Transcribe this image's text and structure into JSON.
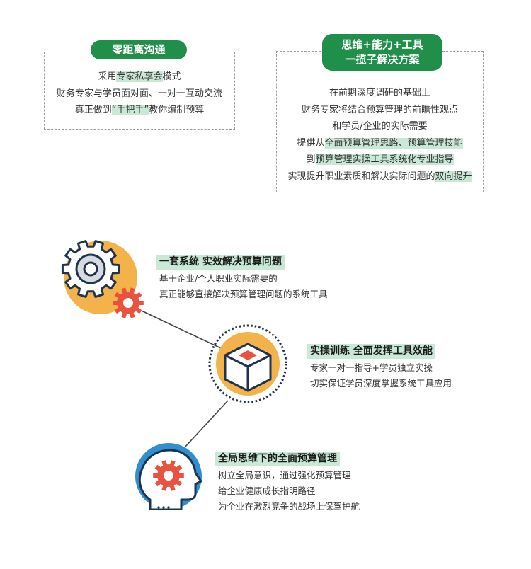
{
  "box1": {
    "title": "零距离沟通",
    "lines": [
      [
        {
          "t": "采用"
        },
        {
          "t": "专家私享会",
          "hl": true
        },
        {
          "t": "模式"
        }
      ],
      [
        {
          "t": "财务专家与学员面对面、一对一互动交流"
        }
      ],
      [
        {
          "t": "真正做到"
        },
        {
          "t": "“手把手”",
          "hl": true
        },
        {
          "t": "教你编制预算"
        }
      ]
    ]
  },
  "box2": {
    "title_line1": "思维+能力+工具",
    "title_line2": "一揽子解决方案",
    "lines": [
      [
        {
          "t": "在前期深度调研的基础上"
        }
      ],
      [
        {
          "t": "财务专家将结合预算管理的前瞻性观点"
        }
      ],
      [
        {
          "t": "和学员/企业的实际需要"
        }
      ],
      [
        {
          "t": "提供从"
        },
        {
          "t": "全面预算管理思路、预算管理技能",
          "hl": true
        }
      ],
      [
        {
          "t": "到"
        },
        {
          "t": "预算管理实操工具系统化专业指导",
          "hl": true
        }
      ],
      [
        {
          "t": "实现提升职业素质和解决实际问题的"
        },
        {
          "t": "双向提升",
          "hl": true
        }
      ]
    ]
  },
  "features": [
    {
      "title": "一套系统 实效解决预算问题",
      "lines": [
        "基于企业/个人职业实际需要的",
        "真正能够直接解决预算管理问题的系统工具"
      ]
    },
    {
      "title": "实操训练 全面发挥工具效能",
      "lines": [
        "专家一对一指导+学员独立实操",
        "切实保证学员深度掌握系统工具应用"
      ]
    },
    {
      "title": "全局思维下的全面预算管理",
      "lines": [
        "树立全局意识，通过强化预算管理",
        "给企业健康成长指明路径",
        "为企业在激烈竞争的战场上保驾护航"
      ]
    }
  ],
  "icons": [
    "gears-icon",
    "cube-icon",
    "head-gear-icon"
  ],
  "colors": {
    "green": "#1f8f4a",
    "highlight": "#c9e8d6",
    "orange": "#f4b24a",
    "red": "#e8523f",
    "navy": "#1e3350",
    "blue": "#2f8fd0"
  }
}
